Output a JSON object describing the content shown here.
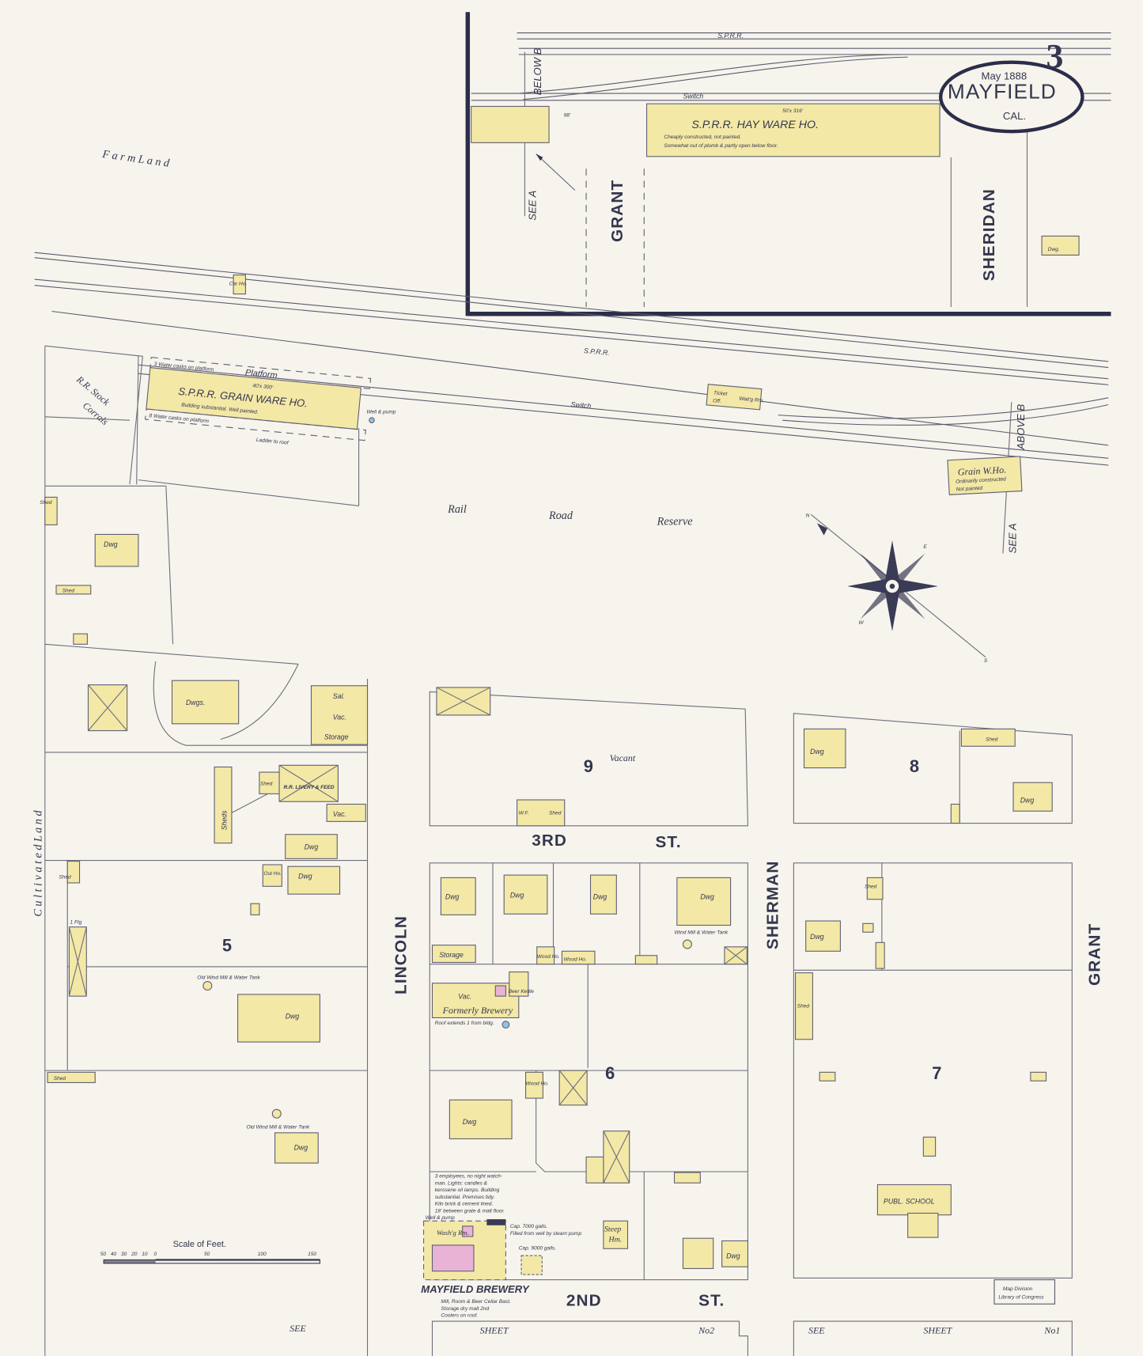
{
  "sheet": {
    "number": "3",
    "date": "May 1888",
    "town": "MAYFIELD",
    "state": "CAL."
  },
  "colors": {
    "paper": "#f6f4ec",
    "frame_building": "#f3e8a6",
    "brick_building": "#e9b3d6",
    "ink": "#34364f"
  },
  "inset": {
    "railroad": "S.P.R.R.",
    "switch": "Switch",
    "below_ref": "BELOW B",
    "see_ref": "SEE A",
    "street_grant": "GRANT",
    "street_sheridan": "SHERIDAN",
    "hay_warehouse": {
      "title": "S.P.R.R. HAY WARE HO.",
      "size": "50'x 316'",
      "note1": "Cheaply constructed, not painted.",
      "note2": "Somewhat out of plumb & partly open below floor."
    },
    "dist": "98'",
    "dwg": "Dwg."
  },
  "main": {
    "railroad": "S.P.R.R.",
    "switch": "Switch",
    "farm_land": "F a r m   L a n d",
    "cultivated_land": "C u l t i v a t e d   L a n d",
    "stock_corrals": [
      "R.R. Stock",
      "Corrals"
    ],
    "car_ho": "Car Ho.",
    "rail_road_reserve": [
      "Rail",
      "Road",
      "Reserve"
    ],
    "above_ref": "ABOVE B",
    "see_ref": "SEE A",
    "grain_warehouse": {
      "title": "S.P.R.R. GRAIN WARE HO.",
      "platform": "Platform",
      "size": "40'x 300'",
      "note": "Building substantial. Well painted.",
      "water_top": "3 Water casks on platform",
      "water_bottom": "8 Water casks on platform",
      "ladder": "Ladder to roof",
      "well": "Well & pump"
    },
    "ticket_office": [
      "Ticket",
      "Off.",
      "Wait'g Rm."
    ],
    "grain_wh": {
      "title": "Grain W.Ho.",
      "note1": "Ordinarily constructed",
      "note2": "Not painted"
    }
  },
  "streets": {
    "lincoln": "LINCOLN",
    "sherman": "SHERMAN",
    "grant": "GRANT",
    "third": "3RD",
    "second": "2ND",
    "st": "ST."
  },
  "blocks": {
    "b5": "5",
    "b6": "6",
    "b7": "7",
    "b8": "8",
    "b9": "9"
  },
  "buildings": {
    "shed": "Shed",
    "dwg": "Dwg",
    "dwgs": "Dwgs.",
    "sal": "Sal.",
    "vac": "Vac.",
    "storage": "Storage",
    "livery": "R.R. LIVERY & FEED",
    "sheds": "Sheds",
    "out_ho": "Out Ho.",
    "vacant": "Vacant",
    "wf": "W.F.",
    "wood_ho": "Wood Ho.",
    "wind_mill": "Wind Mill & Water Tank",
    "old_wind_mill": "Old Wind Mill & Water Tank",
    "formerly_brewery": "Formerly Brewery",
    "beer_kettle": "Beer Kettle",
    "roof": "Roof extends 1 from bldg.",
    "steep_hm": [
      "Steep",
      "Hm."
    ],
    "washg_rm": "Wash'g Rm.",
    "publ_school": "PUBL. SCHOOL",
    "ftg": "1 Ftg"
  },
  "brewery": {
    "title": "MAYFIELD BREWERY",
    "notes": [
      "Mill, Room & Beer Cellar Bast.",
      "Storage dry malt 2nd",
      "Coolers on roof."
    ],
    "info": [
      "3 employees, no night watch-",
      "man. Lights: candles &",
      "kerosene oil lamps. Building",
      "substantial. Premises tidy.",
      "Kiln brick & cement lined.",
      "18' between grate & malt floor."
    ],
    "well": "Well & pump",
    "tank1": "Cap. 7000 galls.",
    "tank1_note": "Filled from well by steam pump",
    "tank2": "Cap. 9000 galls."
  },
  "footer": {
    "see": "SEE",
    "sheet": "SHEET",
    "no2": "No2",
    "no1": "No1"
  },
  "scale": {
    "title": "Scale of Feet.",
    "ticks": [
      "50",
      "40",
      "30",
      "20",
      "10",
      "0",
      "50",
      "100",
      "150"
    ]
  },
  "compass": {
    "n": "N",
    "e": "E",
    "w": "W",
    "s": "S"
  },
  "stamp": [
    "Map Division",
    "Library of Congress"
  ]
}
